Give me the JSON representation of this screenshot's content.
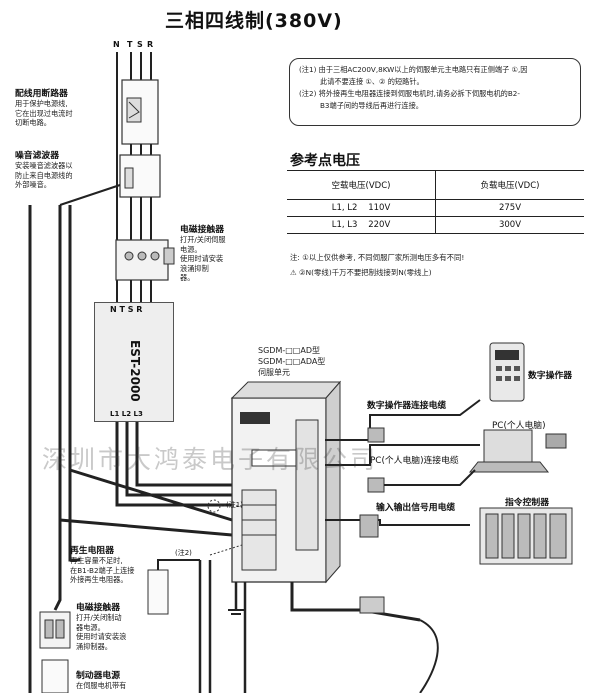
{
  "title": "三相四线制(380V)",
  "notes": {
    "n1a": "(注1) 由于三相AC200V,8KW以上的伺服单元主电路只有正侧端子 ①,因",
    "n1b": "此请不要连接 ①、② 的短路针。",
    "n2a": "(注2) 将外接再生电阻器连接到伺服电机时,请务必拆下伺服电机的B2-",
    "n2b": "B3端子间的导线后再进行连接。"
  },
  "reference": {
    "title": "参考点电压",
    "headers": [
      "空载电压(VDC)",
      "负载电压(VDC)"
    ],
    "rows": [
      {
        "terminals": "L1, L2",
        "noload": "110V",
        "load": "275V"
      },
      {
        "terminals": "L1, L3",
        "noload": "220V",
        "load": "300V"
      }
    ]
  },
  "warnings": {
    "w1": "注: ①以上仅供参考, 不同伺服厂家所测电压多有不同!",
    "w2": "②N(零线)千万不要把制线接到N(零线上)"
  },
  "phase_labels": {
    "n": "N",
    "t": "T",
    "s": "S",
    "r": "R"
  },
  "components": {
    "breaker": {
      "label": "配线用断路器",
      "desc1": "用于保护电源线,",
      "desc2": "它在出现过电流时",
      "desc3": "切断电路。"
    },
    "filter": {
      "label": "噪音滤波器",
      "desc1": "安装噪音滤波器以",
      "desc2": "防止来自电源线的",
      "desc3": "外部噪音。"
    },
    "contactor1": {
      "label": "电磁接触器",
      "desc1": "打开/关闭伺服",
      "desc2": "电源。",
      "desc3": "使用时请安装",
      "desc4": "浪涌抑制",
      "desc5": "器。"
    },
    "est": {
      "label": "EST-2000",
      "in_terms": "N T S R",
      "out_terms": "L1 L2 L3"
    },
    "servo": {
      "model1": "SGDM-□□AD型",
      "model2": "SGDM-□□ADA型",
      "label": "伺服单元"
    },
    "digital_op": {
      "label": "数字操作器"
    },
    "op_cable": {
      "label": "数字操作器连接电缆"
    },
    "pc": {
      "label": "PC(个人电脑)"
    },
    "pc_cable": {
      "label": "PC(个人电脑)连接电缆"
    },
    "io_cable": {
      "label": "输入输出信号用电缆"
    },
    "controller": {
      "label": "指令控制器"
    },
    "regen": {
      "label": "再生电阻器",
      "desc1": "再生容量不足时,",
      "desc2": "在B1-B2端子上连接",
      "desc3": "外接再生电阻器。"
    },
    "contactor2": {
      "label": "电磁接触器",
      "desc1": "打开/关闭制动",
      "desc2": "器电源。",
      "desc3": "使用时请安装浪",
      "desc4": "涌抑制器。"
    },
    "brake": {
      "label": "制动器电源",
      "desc1": "在伺服电机带有"
    }
  },
  "callouts": {
    "note1": "(注1)",
    "note2": "(注2)"
  },
  "watermark": "深圳市大鸿泰电子有限公司"
}
